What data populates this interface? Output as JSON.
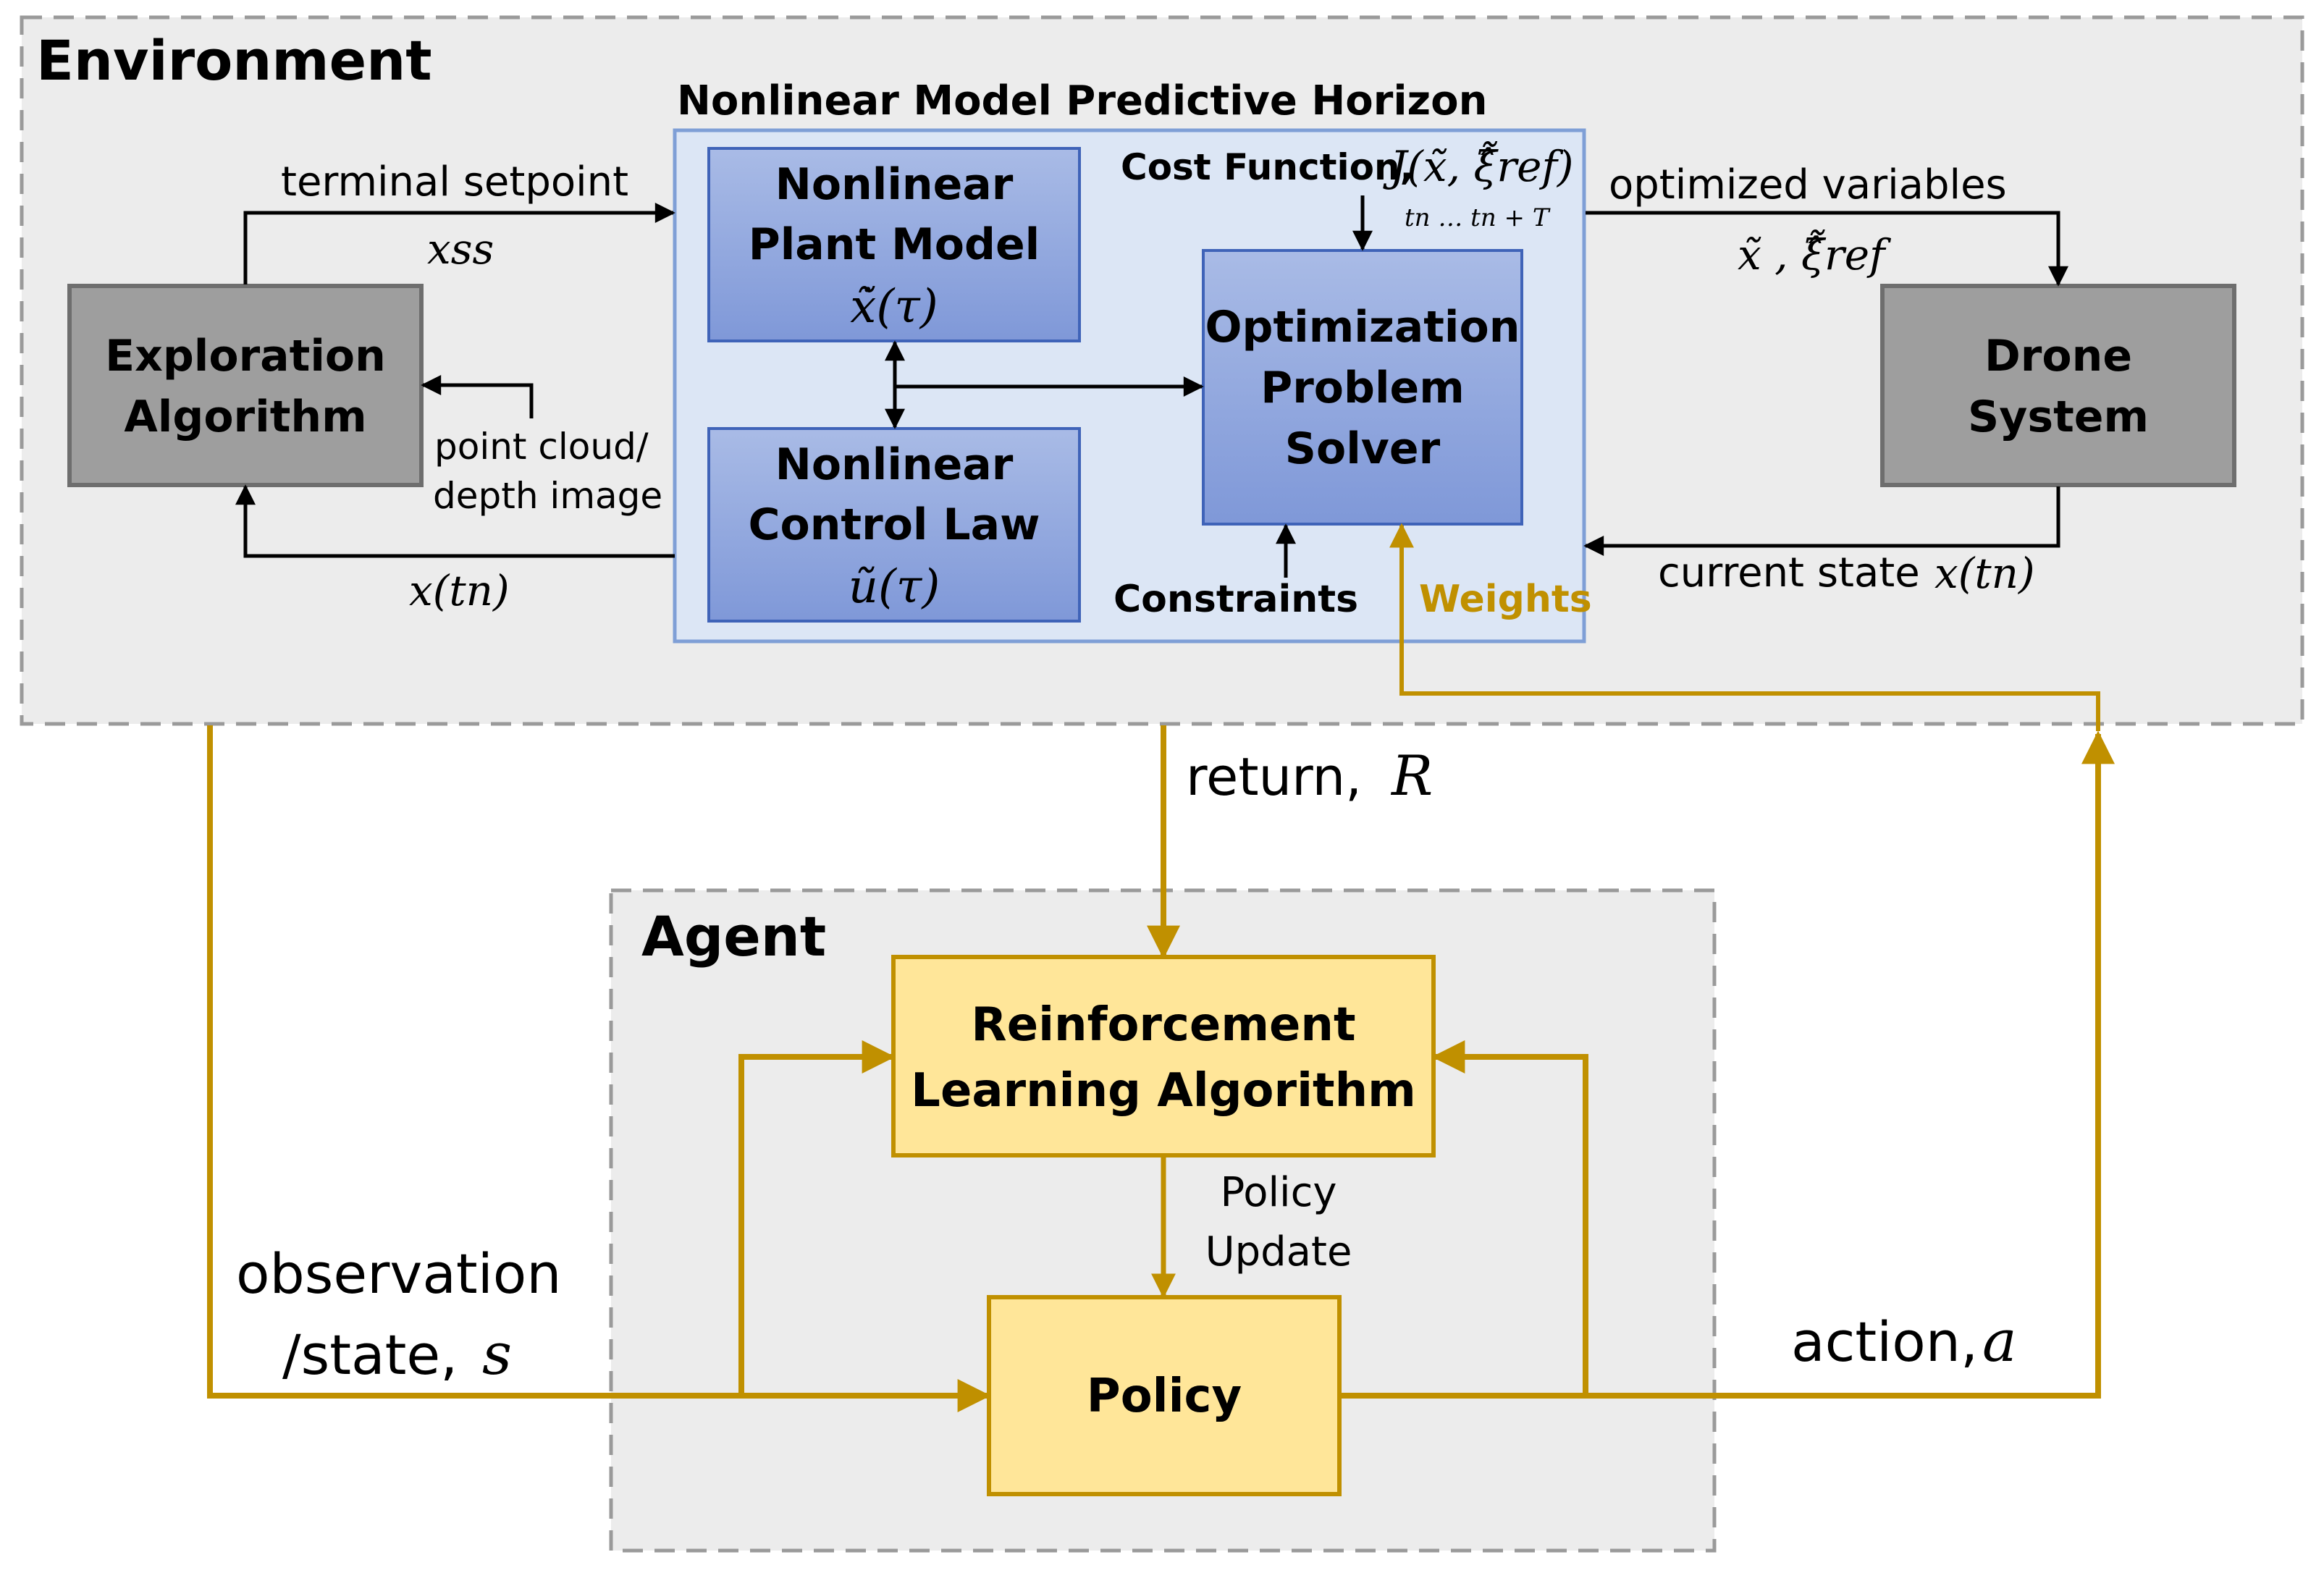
{
  "colors": {
    "gold": "#c09000",
    "black": "#000000",
    "panel_gray": "#ececec",
    "panel_border": "#9a9a9a",
    "gray_box_fill": "#9e9e9e",
    "gray_box_border": "#6e6e6e",
    "nmpc_fill": "#dce6f5",
    "nmpc_border": "#7f9fd6",
    "blue_box_fill": "#8fa6dc",
    "blue_box_border": "#3f63b8",
    "yellow_fill": "#ffe699",
    "yellow_border": "#c09000"
  },
  "environment": {
    "title": "Environment",
    "nmpc": {
      "title": "Nonlinear Model Predictive Horizon",
      "plant_model": {
        "line1": "Nonlinear",
        "line2": "Plant Model",
        "symbol": "ẋ̃(τ)"
      },
      "control_law": {
        "line1": "Nonlinear",
        "line2": "Control Law",
        "symbol": "ũ(τ)"
      },
      "solver": {
        "line1": "Optimization",
        "line2": "Problem",
        "line3": "Solver"
      },
      "cost_function": {
        "label": "Cost Function,",
        "formula": "J(x̃, ξ̂̃ref)",
        "horizon": "tn  …  tn + T"
      },
      "constraints": "Constraints",
      "weights": "Weights"
    },
    "exploration": {
      "line1": "Exploration",
      "line2": "Algorithm"
    },
    "drone": {
      "line1": "Drone",
      "line2": "System"
    },
    "labels": {
      "terminal_setpoint": "terminal setpoint",
      "x_ss": "xss",
      "point_cloud_1": "point cloud/",
      "point_cloud_2": "depth image",
      "x_tn": "x(tn)",
      "optimized_variables": "optimized variables",
      "opt_symbols": "x̃ , ξ̂̃ref",
      "current_state": "current state",
      "current_state_sym": "x(tn)"
    }
  },
  "agent": {
    "title": "Agent",
    "rl": {
      "line1": "Reinforcement",
      "line2": "Learning Algorithm"
    },
    "policy": "Policy",
    "policy_update_1": "Policy",
    "policy_update_2": "Update"
  },
  "signals": {
    "return_text": "return,",
    "return_sym": "R",
    "observation_1": "observation",
    "observation_2": "/state,",
    "observation_sym": "s",
    "action_text": "action,",
    "action_sym": "a"
  }
}
